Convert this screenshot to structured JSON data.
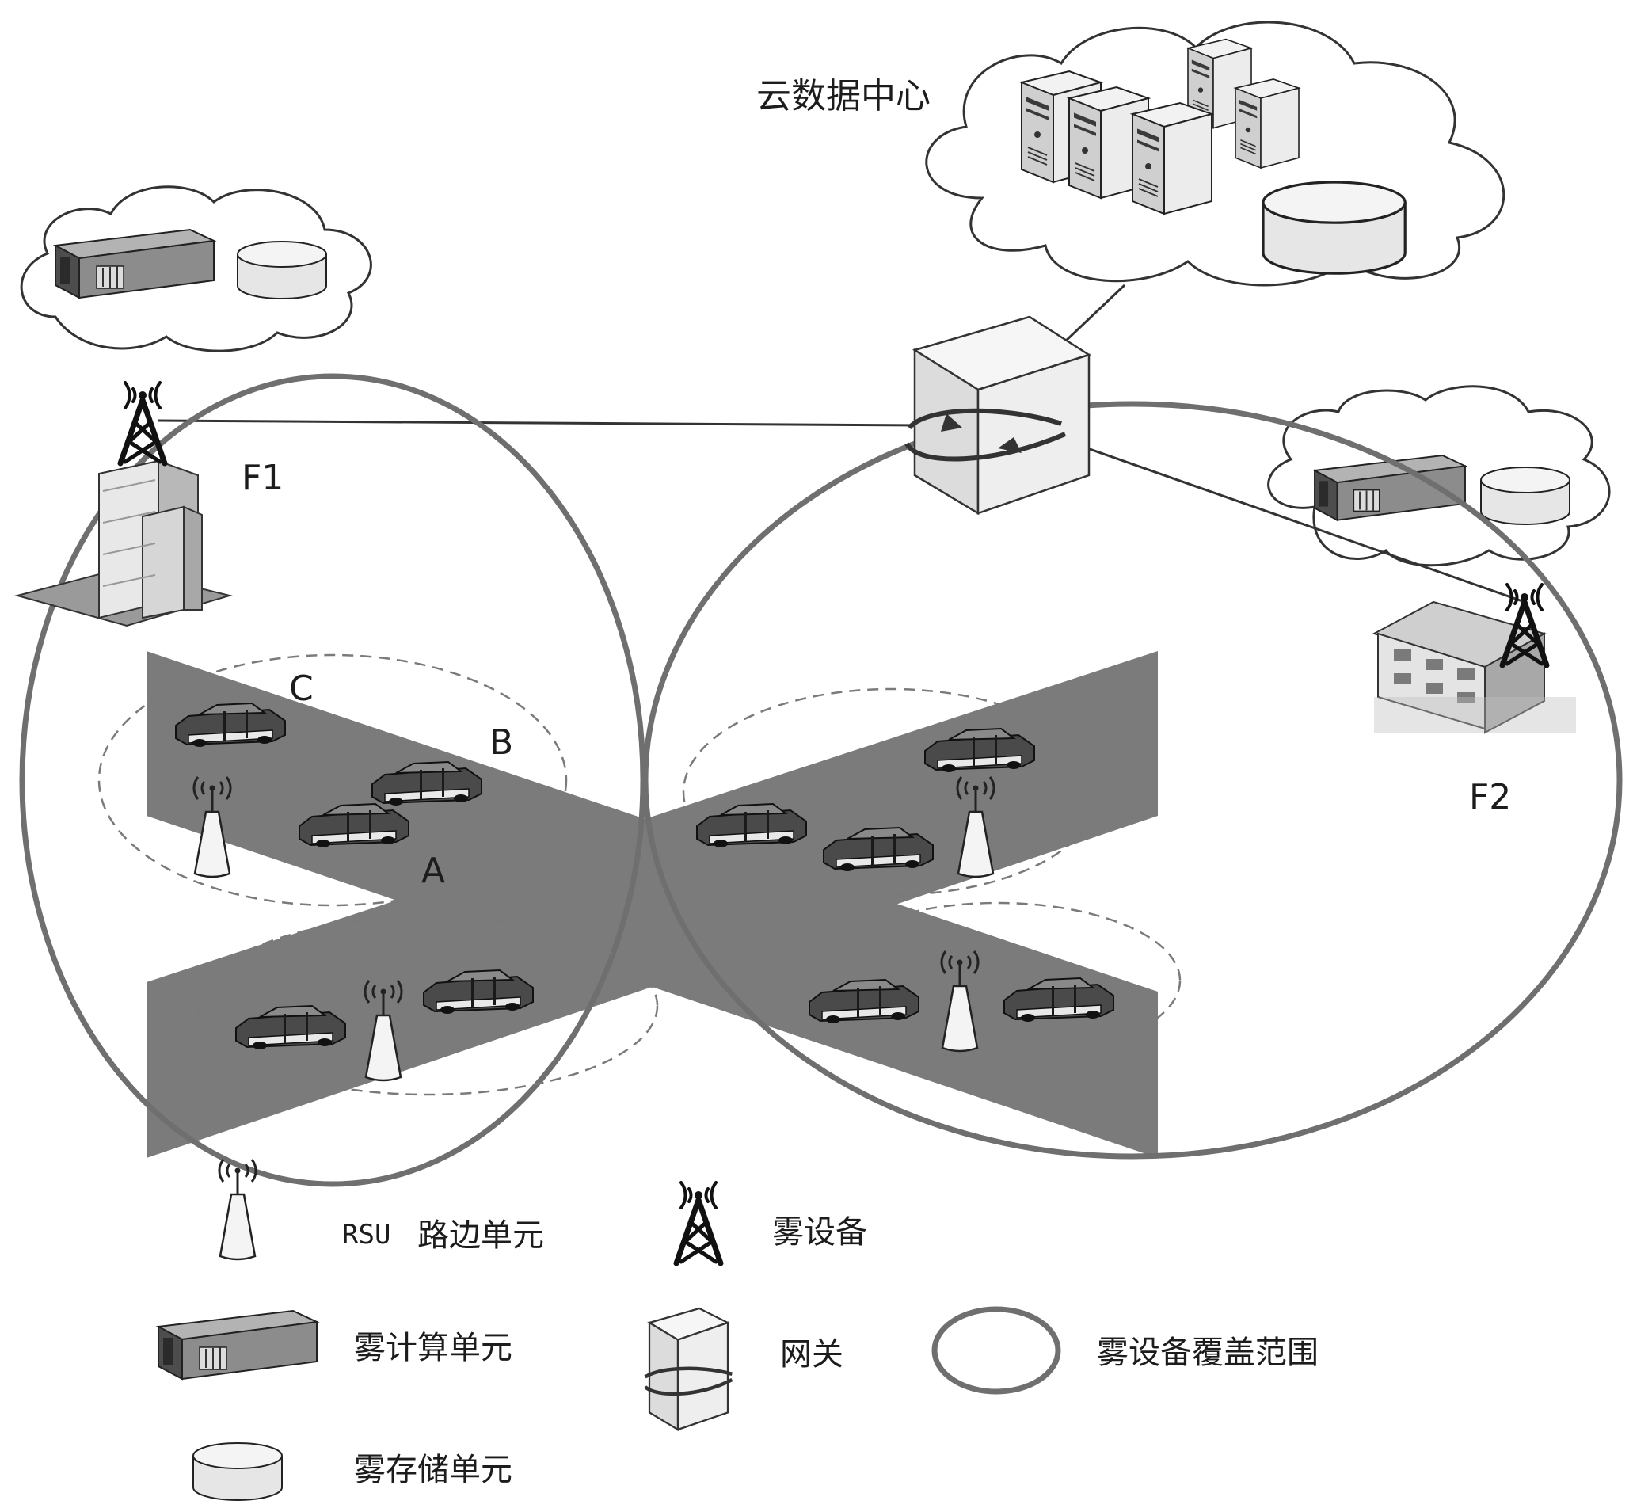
{
  "labels": {
    "cloud_data_center": "云数据中心",
    "fog_device_1": "F1",
    "fog_device_2": "F2",
    "cluster_a": "A",
    "cluster_b": "B",
    "cluster_c": "C"
  },
  "legend": {
    "rsu_prefix": "RSU",
    "rsu": "路边单元",
    "fog_device": "雾设备",
    "fog_compute_unit": "雾计算单元",
    "gateway": "网关",
    "fog_coverage": "雾设备覆盖范围",
    "fog_storage_unit": "雾存储单元"
  },
  "colors": {
    "road": "#7b7b7b",
    "coverage_ring": "#6f6f6f",
    "line": "#333333",
    "tower": "#111111"
  }
}
